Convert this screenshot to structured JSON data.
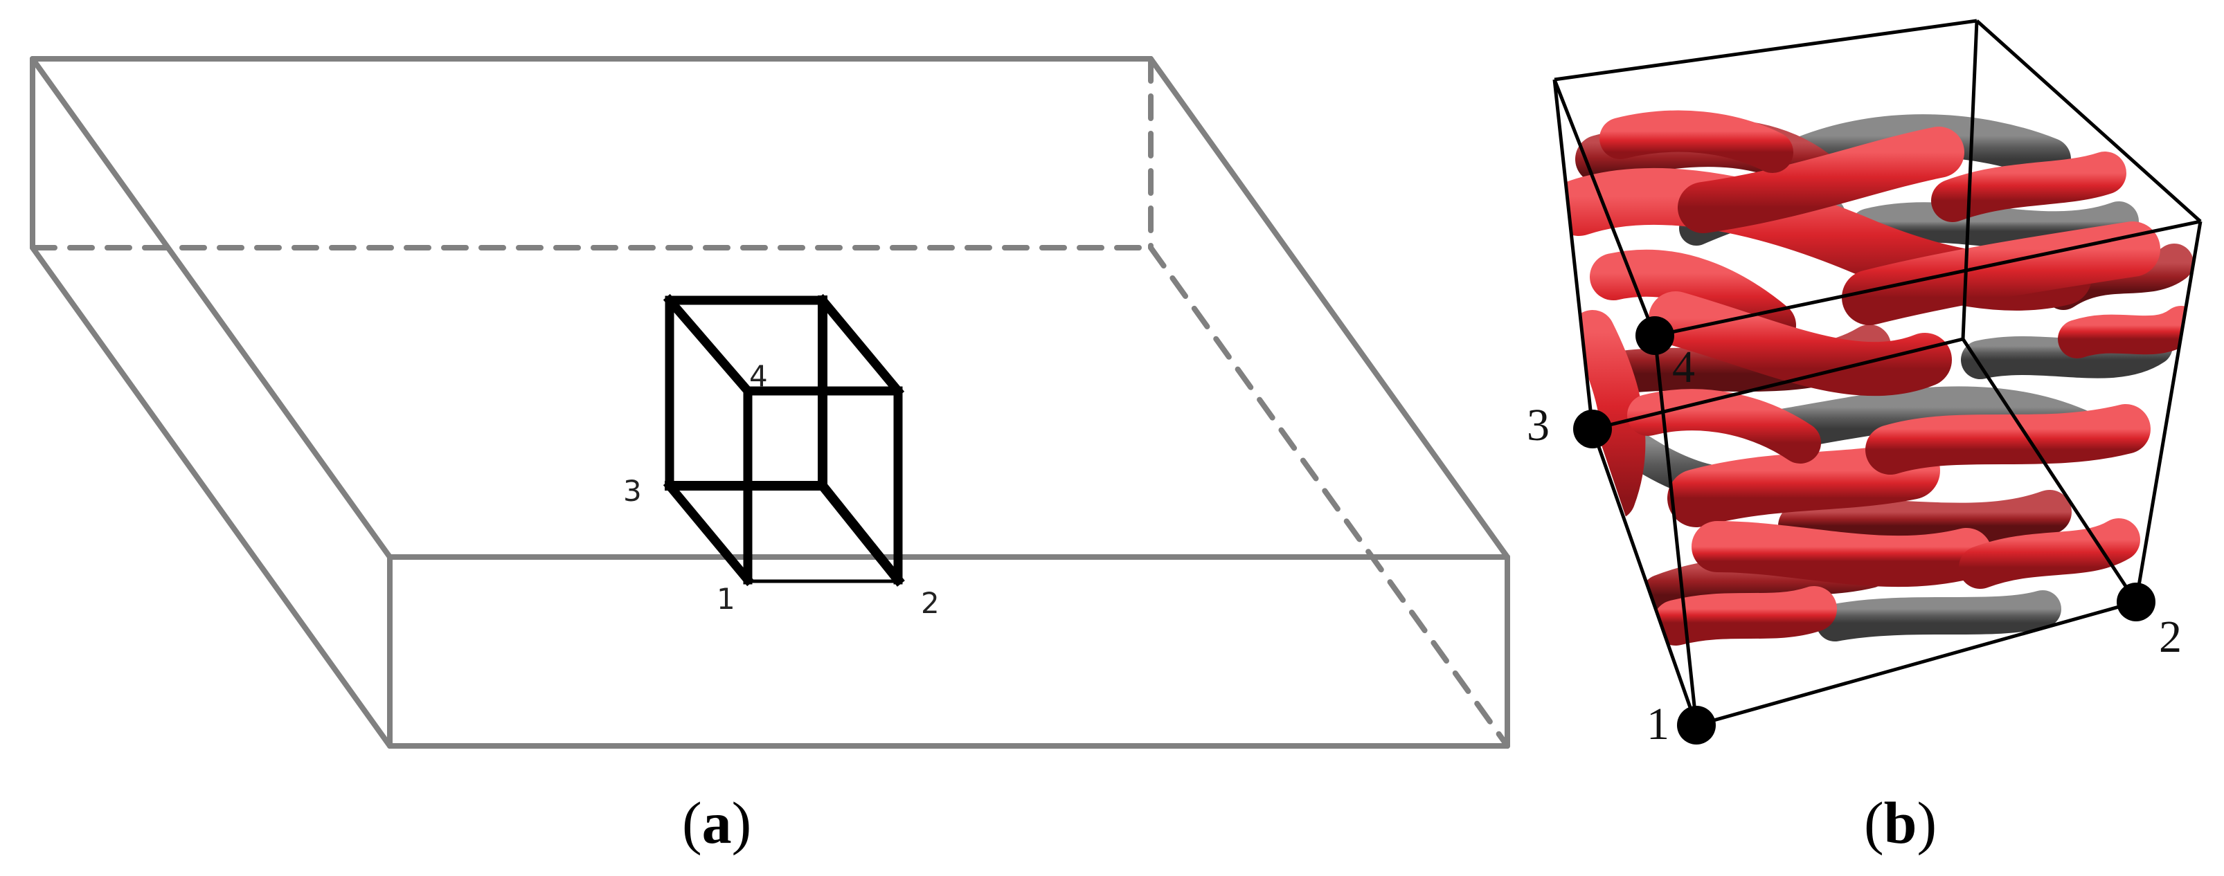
{
  "panel_a": {
    "vertex_labels": [
      "1",
      "2",
      "3",
      "4"
    ],
    "caption_open": "(",
    "caption_letter": "a",
    "caption_close": ")"
  },
  "panel_b": {
    "vertex_labels": [
      "1",
      "2",
      "3",
      "4"
    ],
    "caption_open": "(",
    "caption_letter": "b",
    "caption_close": ")"
  },
  "colors": {
    "slab_outline": "#808080",
    "cube_outline": "#000000",
    "fiber_red": "#d9242b",
    "fiber_dark_red": "#9a1f23",
    "fiber_gray": "#5a5a5a"
  }
}
